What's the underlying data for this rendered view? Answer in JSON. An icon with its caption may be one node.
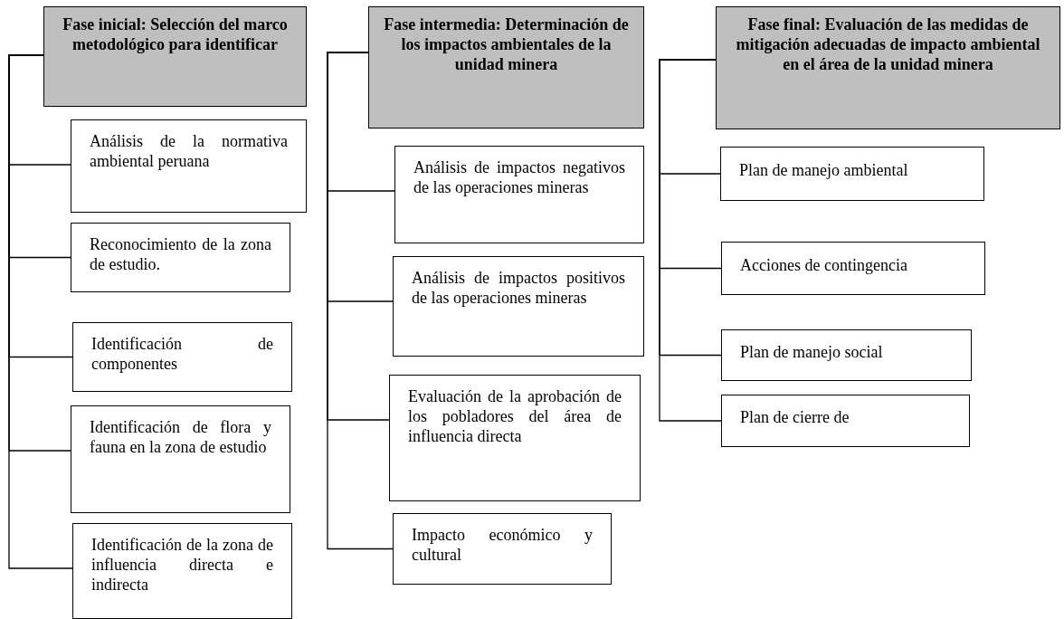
{
  "diagram": {
    "nodes": [
      {
        "text": [
          "Fase inicial: Selección del marco metodológico para identificar"
        ]
      },
      {
        "text": [
          "Análisis de la normativa ambiental peruana"
        ]
      },
      {
        "text": [
          "Reconocimiento de la zona de estudio."
        ]
      },
      {
        "text": [
          "Identificación de componentes"
        ]
      },
      {
        "text": [
          "Identificación de flora y fauna en la zona de estudio"
        ]
      },
      {
        "text": [
          "Identificación de la zona de influencia directa e indirecta"
        ]
      },
      {
        "text": [
          "Fase intermedia: Determinación de los impactos ambientales de la unidad minera"
        ]
      },
      {
        "text": [
          "Análisis de impactos negativos de las operaciones mineras"
        ]
      },
      {
        "text": [
          "Análisis de impactos positivos de las operaciones mineras"
        ]
      },
      {
        "text": [
          "Evaluación de la aprobación de los pobladores del área de influencia directa"
        ]
      },
      {
        "text": [
          "Impacto económico y cultural"
        ]
      },
      {
        "text": [
          "Fase final: Evaluación de las medidas de mitigación adecuadas de impacto ambiental en el área de la unidad minera"
        ]
      },
      {
        "text": [
          "Plan de manejo ambiental"
        ]
      },
      {
        "text": [
          "Acciones de contingencia"
        ]
      },
      {
        "text": [
          "Plan de manejo social"
        ]
      },
      {
        "text": [
          "Plan de cierre de"
        ]
      }
    ],
    "edges": [
      {
        "from": 0,
        "to": 1,
        "arrow": "none"
      },
      {
        "from": 0,
        "to": 2,
        "arrow": "none"
      },
      {
        "from": 0,
        "to": 3,
        "arrow": "none"
      },
      {
        "from": 0,
        "to": 4,
        "arrow": "none"
      },
      {
        "from": 0,
        "to": 5,
        "arrow": "none"
      },
      {
        "from": 6,
        "to": 7,
        "arrow": "none"
      },
      {
        "from": 6,
        "to": 8,
        "arrow": "none"
      },
      {
        "from": 6,
        "to": 9,
        "arrow": "none"
      },
      {
        "from": 6,
        "to": 10,
        "arrow": "none"
      },
      {
        "from": 11,
        "to": 12,
        "arrow": "none"
      },
      {
        "from": 11,
        "to": 13,
        "arrow": "none"
      },
      {
        "from": 11,
        "to": 14,
        "arrow": "none"
      },
      {
        "from": 11,
        "to": 15,
        "arrow": "none"
      }
    ]
  }
}
